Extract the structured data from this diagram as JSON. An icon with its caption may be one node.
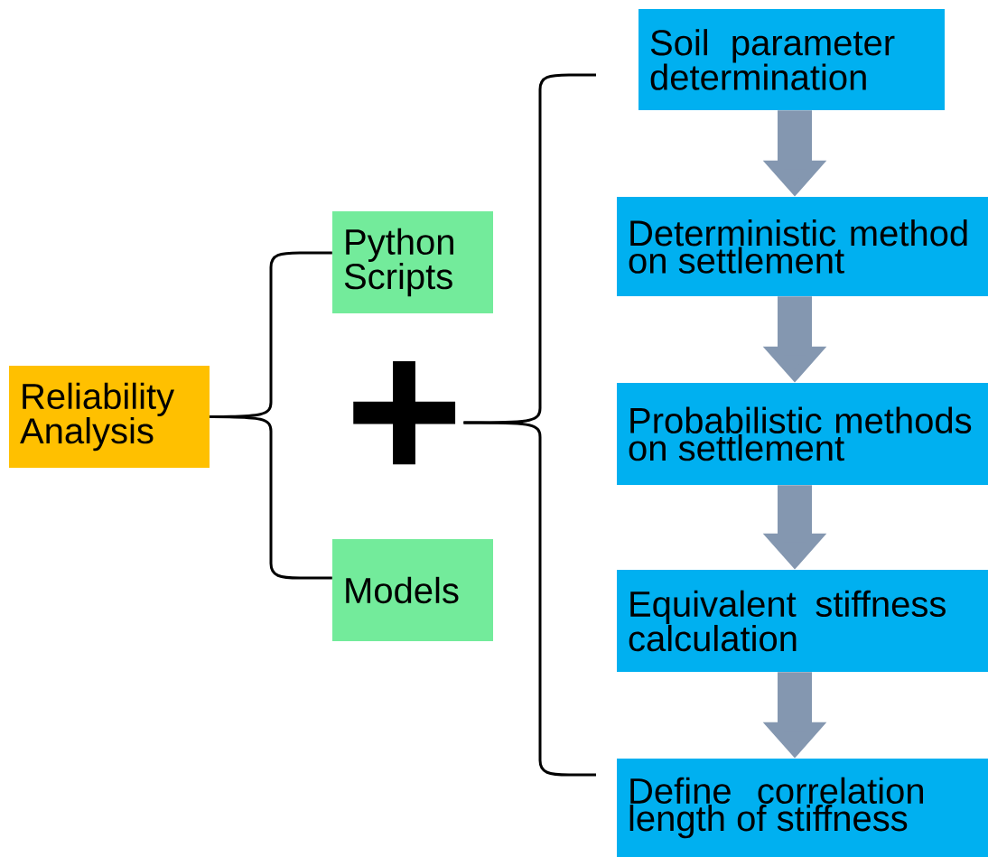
{
  "diagram": {
    "nodes": [
      {
        "text": [
          "Reliability Analysis"
        ]
      },
      {
        "text": [
          "Python Scripts"
        ]
      },
      {
        "text": [
          "Models"
        ]
      },
      {
        "text": [
          "+"
        ]
      },
      {
        "text": [
          "Soil parameter determination"
        ]
      },
      {
        "text": [
          "Deterministic method on settlement"
        ]
      },
      {
        "text": [
          "Probabilistic methods on settlement"
        ]
      },
      {
        "text": [
          "Equivalent stiffness calculation"
        ]
      },
      {
        "text": [
          "Define correlation length of stiffness"
        ]
      }
    ],
    "edges": [
      {
        "from": 0,
        "to": 1,
        "arrow": "none"
      },
      {
        "from": 0,
        "to": 2,
        "arrow": "none"
      },
      {
        "from": 3,
        "to": 4,
        "arrow": "none"
      },
      {
        "from": 3,
        "to": 8,
        "arrow": "none"
      },
      {
        "from": 4,
        "to": 5,
        "arrow": "to",
        "style": "thick",
        "color": "#8497b0"
      },
      {
        "from": 5,
        "to": 6,
        "arrow": "to",
        "style": "thick",
        "color": "#8497b0"
      },
      {
        "from": 6,
        "to": 7,
        "arrow": "to",
        "style": "thick",
        "color": "#8497b0"
      },
      {
        "from": 7,
        "to": 8,
        "arrow": "to",
        "style": "thick",
        "color": "#8497b0"
      }
    ]
  }
}
